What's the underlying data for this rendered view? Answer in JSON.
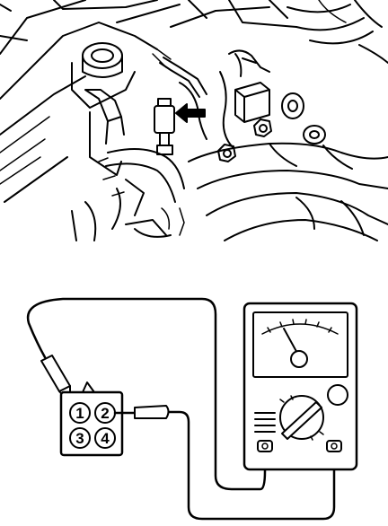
{
  "figure": {
    "colors": {
      "ink": "#000000",
      "paper": "#ffffff"
    },
    "engine_view": {
      "arrow": "pointer-arrow",
      "target": "sensor-connector"
    },
    "test_setup": {
      "connector_pins": [
        "1",
        "2",
        "3",
        "4"
      ],
      "meter": {
        "type": "analog-ohmmeter",
        "icons": [
          "meter-needle-icon",
          "range-selector-knob-icon",
          "adjust-knob-icon",
          "terminal-jack-icon"
        ]
      }
    }
  }
}
